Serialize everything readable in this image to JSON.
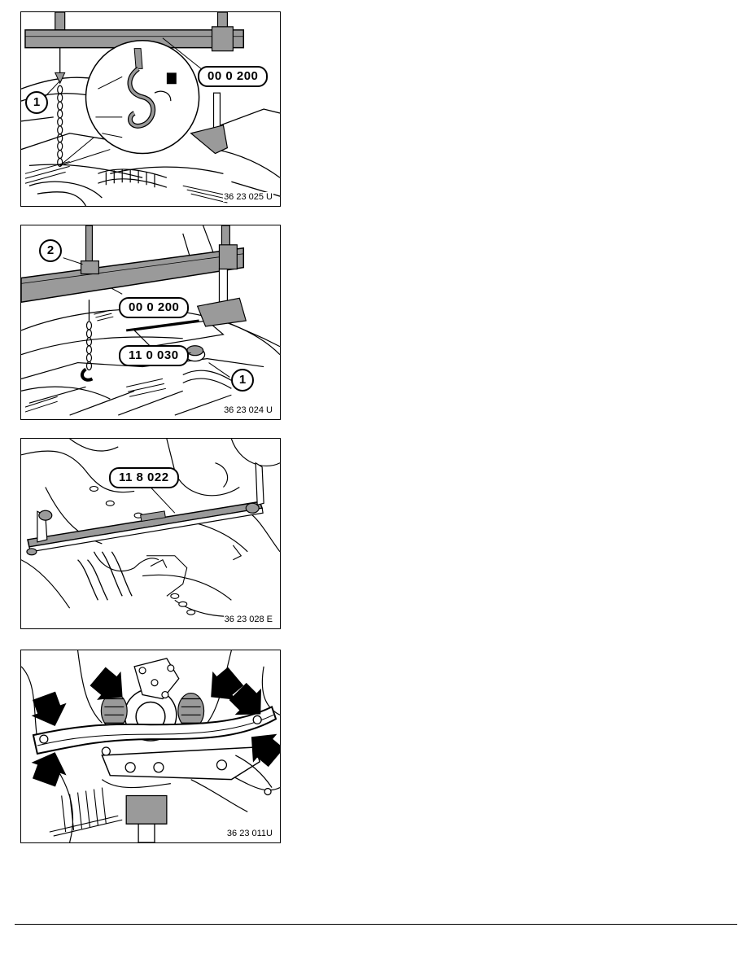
{
  "figures": [
    {
      "code": "36 23 025 U",
      "tool_labels": [
        "00 0 200"
      ],
      "callouts": [
        "1"
      ]
    },
    {
      "code": "36 23 024 U",
      "tool_labels": [
        "00 0 200",
        "11 0 030"
      ],
      "callouts": [
        "2",
        "1"
      ]
    },
    {
      "code": "36 23 028 E",
      "tool_labels": [
        "11 8 022"
      ],
      "callouts": []
    },
    {
      "code": "36 23 011U",
      "tool_labels": [],
      "callouts": []
    }
  ],
  "colors": {
    "line": "#000000",
    "fill_gray": "#9a9a9a",
    "paper": "#ffffff"
  }
}
